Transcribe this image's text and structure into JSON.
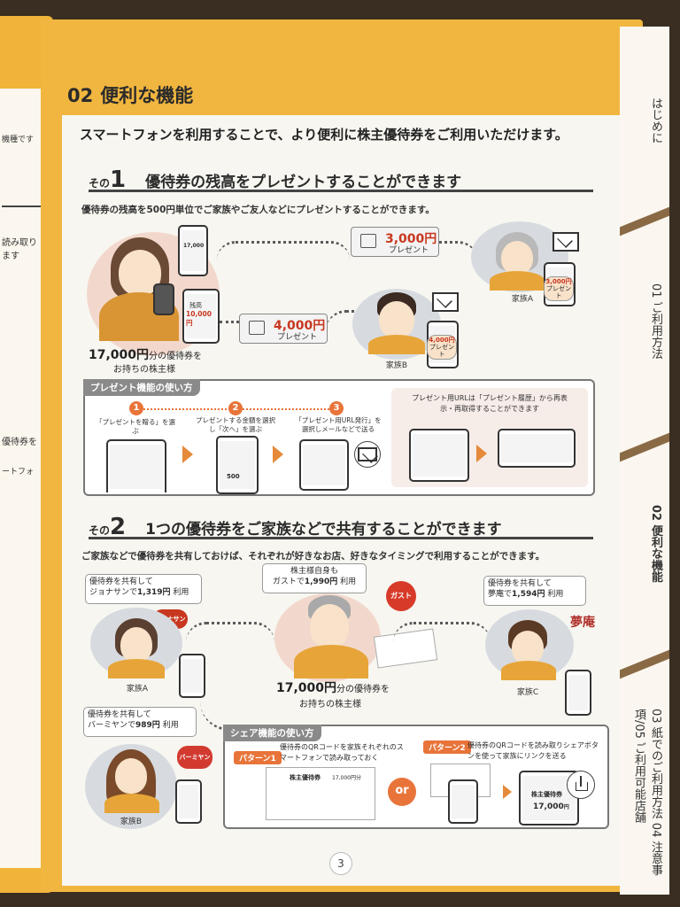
{
  "page": {
    "title_num": "02",
    "title": "便利な機能",
    "intro": "スマートフォンを利用することで、より便利に株主優待券をご利用いただけます。",
    "page_number": "3"
  },
  "left_page": {
    "fragment_1": "機種です",
    "fragment_2": "読み取り",
    "fragment_3": "ます",
    "fragment_4": "優待券を",
    "fragment_5": "ートフォ"
  },
  "tabs": [
    {
      "label": "はじめに"
    },
    {
      "label": "01 ご利用方法"
    },
    {
      "label": "02 便利な機能"
    },
    {
      "label": "03 紙でのご利用方法 04 注意事項/05 ご利用可能店舗"
    }
  ],
  "section1": {
    "sono": "その",
    "num": "1",
    "title": "優待券の残高をプレゼントすることができます",
    "subtitle": "優待券の残高を500円単位でご家族やご友人などにプレゼントすることができます。",
    "owner_amount": "17,000円",
    "owner_suffix": "分の優待券を",
    "owner_line2": "お持ちの株主様",
    "phone_balance_label": "残高",
    "phone_balance_value": "10,000円",
    "gift_a_amount": "3,000円",
    "gift_a_label": "プレゼント",
    "gift_b_amount": "4,000円",
    "gift_b_label": "プレゼント",
    "family_a": "家族A",
    "family_b": "家族B",
    "family_a_phone_amount": "3,000円",
    "family_a_phone_label": "プレゼント",
    "family_b_phone_amount": "4,000円",
    "family_b_phone_label": "プレゼント",
    "phone_top_amount": "17,000"
  },
  "howto1": {
    "tag": "プレゼント機能の使い方",
    "steps": [
      {
        "num": "1",
        "text": "「プレゼントを贈る」を選ぶ"
      },
      {
        "num": "2",
        "text": "プレゼントする金額を選択し「次へ」を選ぶ"
      },
      {
        "num": "3",
        "text": "「プレゼント用URL発行」を選択しメールなどで送る"
      }
    ],
    "phone2_amount": "500",
    "note": "プレゼント用URLは「プレゼント履歴」から再表示・再取得することができます"
  },
  "section2": {
    "sono": "その",
    "num": "2",
    "title": "1つの優待券をご家族などで共有することができます",
    "subtitle": "ご家族などで優待券を共有しておけば、それぞれが好きなお店、好きなタイミングで利用することができます。",
    "bubble_a_line1": "優待券を共有して",
    "bubble_a_line2": "ジョナサンで",
    "bubble_a_amount": "1,319円",
    "bubble_a_suffix": "利用",
    "bubble_owner_line1": "株主様自身も",
    "bubble_owner_line2": "ガストで",
    "bubble_owner_amount": "1,990円",
    "bubble_owner_suffix": "利用",
    "bubble_c_line1": "優待券を共有して",
    "bubble_c_line2": "夢庵で",
    "bubble_c_amount": "1,594円",
    "bubble_c_suffix": "利用",
    "bubble_b_line1": "優待券を共有して",
    "bubble_b_line2": "バーミヤンで",
    "bubble_b_amount": "989円",
    "bubble_b_suffix": "利用",
    "owner_amount": "17,000円",
    "owner_suffix": "分の優待券を",
    "owner_line2": "お持ちの株主様",
    "family_a": "家族A",
    "family_b": "家族B",
    "family_c": "家族C",
    "logo_gusto": "ガスト",
    "logo_jonathan": "ジョナサン",
    "logo_yumean": "夢庵",
    "logo_bamiyan": "バーミヤン"
  },
  "share": {
    "tag": "シェア機能の使い方",
    "pattern1_tag": "パターン1",
    "pattern1_text": "優待券のQRコードを家族それぞれのスマートフォンで読み取っておく",
    "pattern2_tag": "パターン2",
    "pattern2_text": "優待券のQRコードを読み取りシェアボタンを使って家族にリンクを送る",
    "or_label": "or",
    "ticket_label": "株主優待券",
    "ticket_amount": "17,000円分",
    "phone_amount": "17,000",
    "phone_amount_unit": "円",
    "phone_title": "株主優待券"
  },
  "colors": {
    "accent_orange": "#e8743a",
    "page_yellow": "#f1b63f",
    "gift_red": "#c8371f"
  }
}
